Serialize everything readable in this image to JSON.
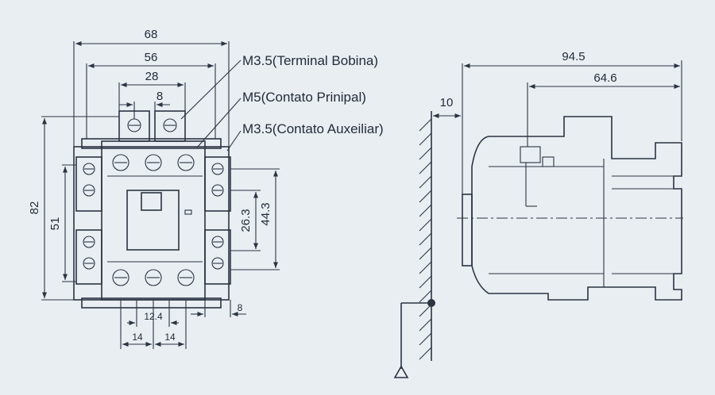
{
  "front_view": {
    "dims": {
      "w68": "68",
      "w56": "56",
      "w28": "28",
      "w8_top": "8",
      "h82": "82",
      "h51": "51",
      "h26_3": "26.3",
      "h44_3": "44.3",
      "w8_side": "8",
      "w12_4": "12.4",
      "w14_a": "14",
      "w14_b": "14"
    },
    "callouts": {
      "coil": "M3.5(Terminal Bobina)",
      "main": "M5(Contato Prinipal)",
      "aux": "M3.5(Contato Auxeiliar)"
    }
  },
  "side_view": {
    "dims": {
      "w94_5": "94.5",
      "w64_6": "64.6",
      "w10": "10"
    }
  },
  "colors": {
    "background": "#e9eef3",
    "line": "#2a3442"
  }
}
